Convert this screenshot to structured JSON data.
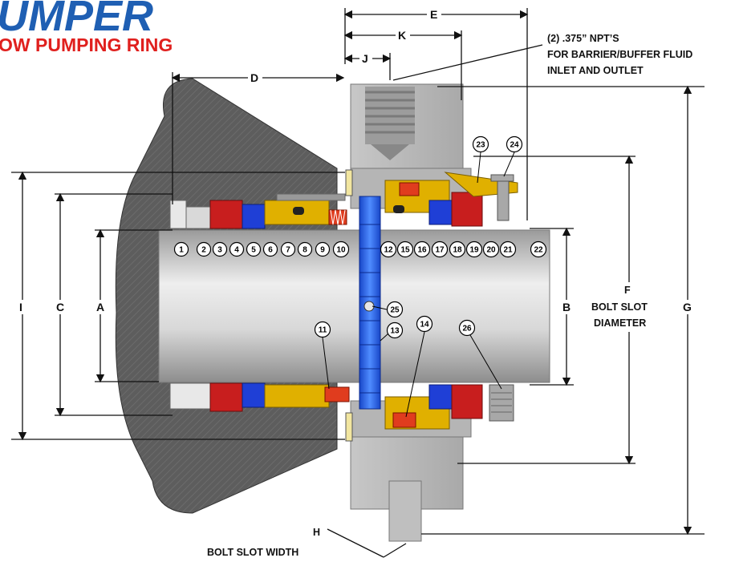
{
  "logo": {
    "brand": "UMPER",
    "tagline": "OW PUMPING RING",
    "brand_color": "#1f5fb3",
    "tagline_color": "#e0201e"
  },
  "colors": {
    "gland_dark": "#5a5a5a",
    "gland_light": "#bdbdbd",
    "shaft": "#c9c9c9",
    "rotating_face": "#c81e1e",
    "stationary_face": "#1f3fd6",
    "holder": "#e0b000",
    "spring": "#e03c1e",
    "pumping_ring": "#2f6fe0",
    "gasket": "#f2e6a0"
  },
  "dimensions": {
    "A": "A",
    "B": "B",
    "C": "C",
    "D": "D",
    "E": "E",
    "F": "F",
    "G": "G",
    "I": "I",
    "J": "J",
    "K": "K",
    "H": "H"
  },
  "notes": {
    "npt_line1": "(2) .375” NPT’S",
    "npt_line2": "FOR BARRIER/BUFFER FLUID",
    "npt_line3": "INLET AND OUTLET",
    "f_line1": "F",
    "f_line2": "BOLT SLOT",
    "f_line3": "DIAMETER",
    "h_line1": "H",
    "h_line2": "BOLT SLOT WIDTH"
  },
  "parts": {
    "p1": "1",
    "p2": "2",
    "p3": "3",
    "p4": "4",
    "p5": "5",
    "p6": "6",
    "p7": "7",
    "p8": "8",
    "p9": "9",
    "p10": "10",
    "p11": "11",
    "p12": "12",
    "p13": "13",
    "p14": "14",
    "p15": "15",
    "p16": "16",
    "p17": "17",
    "p18": "18",
    "p19": "19",
    "p20": "20",
    "p21": "21",
    "p22": "22",
    "p23": "23",
    "p24": "24",
    "p25": "25",
    "p26": "26"
  }
}
